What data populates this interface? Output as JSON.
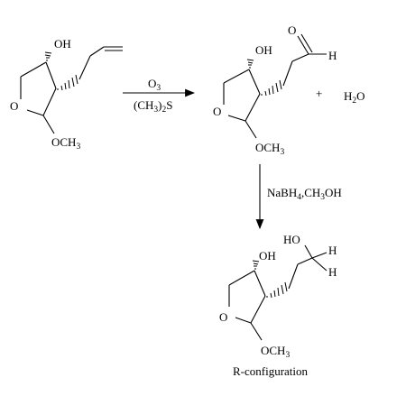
{
  "start": {
    "oh": "OH",
    "ring_o": "O",
    "methoxy": {
      "a": "OCH",
      "n": "3"
    }
  },
  "reaction1": {
    "reagent_top": {
      "a": "O",
      "n": "3"
    },
    "reagent_bottom": {
      "a": "(CH",
      "n": "3",
      "b": ")",
      "m": "2",
      "c": "S"
    }
  },
  "aldehyde": {
    "oh": "OH",
    "ring_o": "O",
    "carbonyl_o": "O",
    "carbonyl_h": "H",
    "methoxy": {
      "a": "OCH",
      "n": "3"
    }
  },
  "byproduct": {
    "plus": "+",
    "water": {
      "a": "H",
      "n": "2",
      "b": "O"
    }
  },
  "reaction2": {
    "reagent": {
      "a": "NaBH",
      "n": "4",
      "b": ",CH",
      "m": "3",
      "c": "OH"
    }
  },
  "product": {
    "oh": "OH",
    "ho": "HO",
    "h1": "H",
    "h2": "H",
    "ring_o": "O",
    "methoxy": {
      "a": "OCH",
      "n": "3"
    },
    "stereo_label": "R-configuration"
  }
}
